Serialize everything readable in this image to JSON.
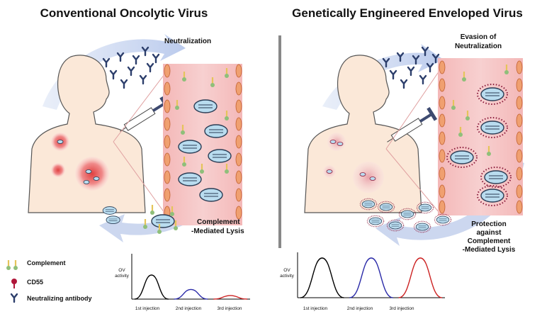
{
  "left_panel": {
    "title": "Conventional Oncolytic Virus",
    "label_top": "Neutralization",
    "label_bottom_1": "Complement",
    "label_bottom_2": "-Mediated Lysis"
  },
  "right_panel": {
    "title": "Genetically Engineered Enveloped Virus",
    "label_top_1": "Evasion of",
    "label_top_2": "Neutralization",
    "label_bottom_1": "Protection",
    "label_bottom_2": "against",
    "label_bottom_3": "Complement",
    "label_bottom_4": "-Mediated Lysis"
  },
  "legend": {
    "complement": "Complement",
    "cd55": "CD55",
    "antibody": "Neutralizing antibody"
  },
  "chart_data": [
    {
      "type": "line",
      "ylabel_1": "OV",
      "ylabel_2": "activity",
      "categories": [
        "1st injection",
        "2nd injection",
        "3rd injection"
      ],
      "series": [
        {
          "color": "#000000",
          "peak": 1.0
        },
        {
          "color": "#2a2aa8",
          "peak": 0.4
        },
        {
          "color": "#cc2222",
          "peak": 0.15
        }
      ]
    },
    {
      "type": "line",
      "ylabel_1": "OV",
      "ylabel_2": "activity",
      "categories": [
        "1st injection",
        "2nd injection",
        "3rd injection"
      ],
      "series": [
        {
          "color": "#000000",
          "peak": 1.0
        },
        {
          "color": "#2a2aa8",
          "peak": 1.0
        },
        {
          "color": "#cc2222",
          "peak": 1.0
        }
      ]
    }
  ]
}
